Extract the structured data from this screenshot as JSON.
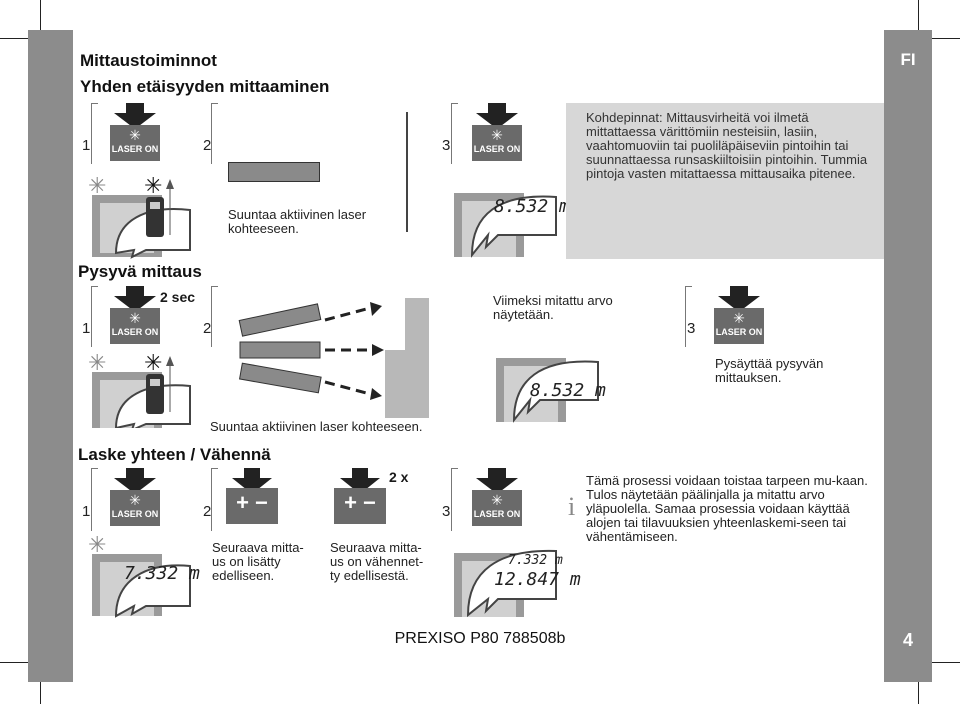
{
  "header": {
    "section_title": "Mittaustoiminnot",
    "subsection_title": "Yhden etäisyyden mittaaminen",
    "language": "FI"
  },
  "button": {
    "label": "LASER ON"
  },
  "single": {
    "steps": [
      "1",
      "2",
      "3"
    ],
    "caption": "Suuntaa aktiivinen laser kohteeseen.",
    "reading": "8.532 m",
    "note": "Kohdepinnat: Mittausvirheitä voi ilmetä mittattaessa värittömiin nesteisiin, lasiin, vaahtomuoviin tai puoliläpäiseviin pintoihin tai suunnattaessa runsaskiiltoisiin pintoihin. Tummia pintoja vasten mitattaessa mittausaika pitenee."
  },
  "continuous": {
    "title": "Pysyvä mittaus",
    "steps": [
      "1",
      "2",
      "3"
    ],
    "hold_label": "2 sec",
    "caption_aim": "Suuntaa aktiivinen laser kohteeseen.",
    "caption_last": "Viimeksi mitattu arvo näytetään.",
    "caption_stop": "Pysäyttää pysyvän mittauksen.",
    "reading": "8.532 m"
  },
  "addsub": {
    "title": "Laske yhteen / Vähennä",
    "steps": [
      "1",
      "2",
      "3"
    ],
    "twice_label": "2 x",
    "key_symbols": "+ −",
    "caption_add": "Seuraava mitta-us on lisätty edelliseen.",
    "caption_sub": "Seuraava mitta-us on vähennet-ty edellisestä.",
    "reading_1": "7.332 m",
    "reading_2_top": "7.332 m",
    "reading_2_main": "12.847 m",
    "note": "Tämä prosessi voidaan toistaa tarpeen mu-kaan. Tulos näytetään päälinjalla ja mitattu arvo yläpuolella. Samaa prosessia voidaan käyttää alojen tai tilavuuksien yhteenlaskemi-seen tai vähentämiseen."
  },
  "footer": {
    "model": "PREXISO P80 788508b",
    "page": "4"
  },
  "icons": [
    "laser-button-icon",
    "laser-beam-icon",
    "info-icon",
    "device-icon"
  ],
  "colors": {
    "band": "#8c8c8c",
    "note_bg": "#d7d7d7",
    "button_bg": "#6a6a6a"
  }
}
